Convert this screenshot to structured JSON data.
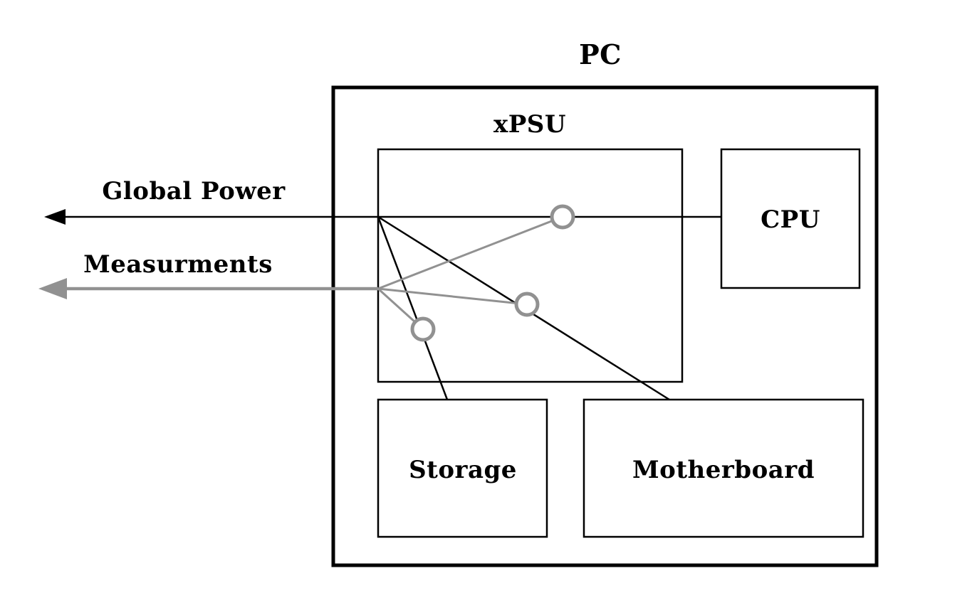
{
  "diagram": {
    "title": "PC",
    "boxes": {
      "psu": "xPSU",
      "cpu": "CPU",
      "storage": "Storage",
      "motherboard": "Motherboard"
    },
    "arrows": {
      "global_power": "Global Power",
      "measurements": "Measurments"
    },
    "sensors": [
      "cpu-power-sensor",
      "motherboard-power-sensor",
      "storage-power-sensor"
    ]
  },
  "colors": {
    "line_black": "#000000",
    "measurement_gray": "#919191",
    "background": "#ffffff"
  }
}
